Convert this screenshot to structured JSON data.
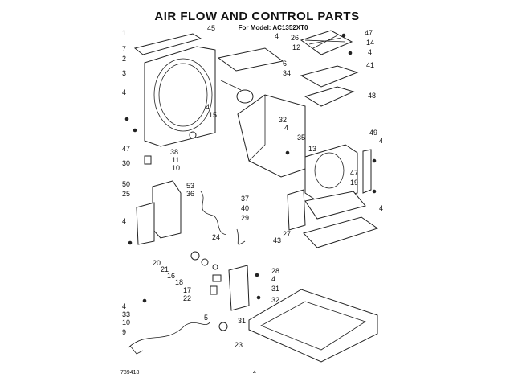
{
  "title": "AIR FLOW AND CONTROL PARTS",
  "subtitle": "For Model: AC1352XT0",
  "doc_code": "789418",
  "page_number": "4",
  "labels": [
    "1",
    "45",
    "26",
    "47",
    "14",
    "7",
    "4",
    "12",
    "2",
    "4",
    "41",
    "6",
    "3",
    "34",
    "48",
    "4",
    "4",
    "15",
    "32",
    "4",
    "47",
    "49",
    "35",
    "13",
    "4",
    "38",
    "11",
    "10",
    "30",
    "47",
    "19",
    "53",
    "50",
    "36",
    "37",
    "25",
    "40",
    "4",
    "29",
    "27",
    "43",
    "4",
    "24",
    "20",
    "21",
    "28",
    "16",
    "4",
    "18",
    "17",
    "31",
    "22",
    "32",
    "4",
    "33",
    "5",
    "31",
    "10",
    "9",
    "23"
  ]
}
